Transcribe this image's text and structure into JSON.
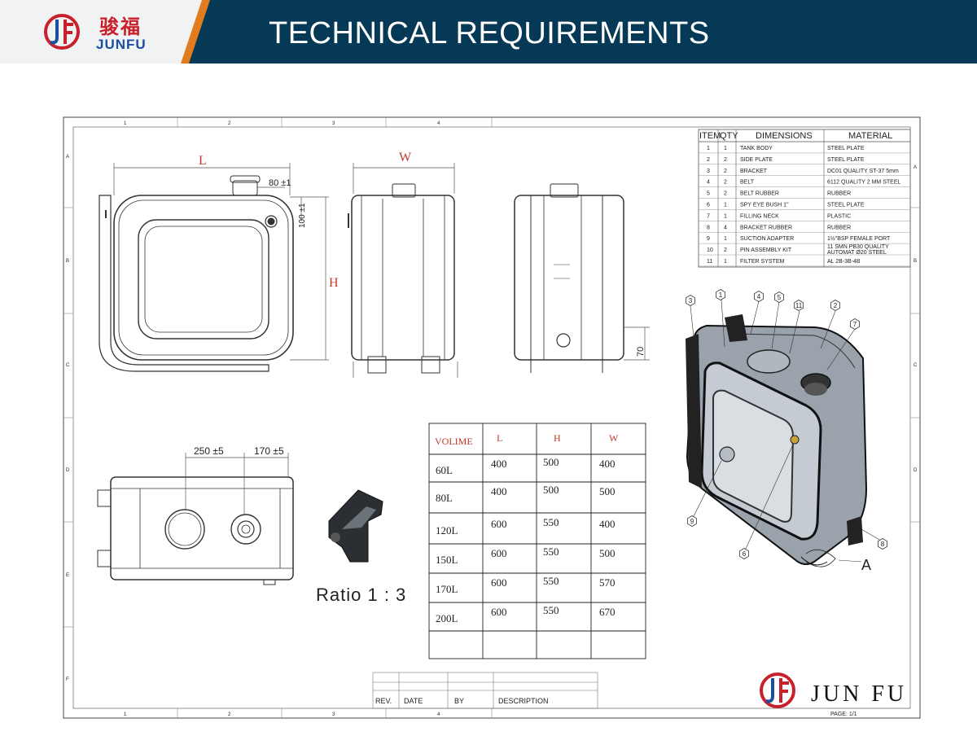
{
  "header": {
    "logo_cn": "骏福",
    "logo_en": "JUNFU",
    "title": "TECHNICAL REQUIREMENTS"
  },
  "colors": {
    "header_bg": "#063955",
    "accent": "#e07b1e",
    "logo_red": "#c8212b",
    "logo_blue": "#1a4fa0"
  },
  "frame": {
    "col_labels": [
      "1",
      "2",
      "3",
      "4"
    ],
    "row_labels": [
      "A",
      "B",
      "C",
      "D",
      "E",
      "F"
    ]
  },
  "bom": {
    "headers": [
      "ITEM",
      "QTY",
      "DIMENSIONS",
      "MATERIAL"
    ],
    "rows": [
      {
        "item": "1",
        "qty": "1",
        "dim": "TANK BODY",
        "mat": "STEEL PLATE"
      },
      {
        "item": "2",
        "qty": "2",
        "dim": "SIDE PLATE",
        "mat": "STEEL PLATE"
      },
      {
        "item": "3",
        "qty": "2",
        "dim": "BRACKET",
        "mat": "DC01 QUALITY ST-37 5mm"
      },
      {
        "item": "4",
        "qty": "2",
        "dim": "BELT",
        "mat": "6112 QUALITY 2 MM STEEL"
      },
      {
        "item": "5",
        "qty": "2",
        "dim": "BELT RUBBER",
        "mat": "RUBBER"
      },
      {
        "item": "6",
        "qty": "1",
        "dim": "SPY EYE BUSH 1\"",
        "mat": "STEEL PLATE"
      },
      {
        "item": "7",
        "qty": "1",
        "dim": "FILLING NECK",
        "mat": "PLASTIC"
      },
      {
        "item": "8",
        "qty": "4",
        "dim": "BRACKET RUBBER",
        "mat": "RUBBER"
      },
      {
        "item": "9",
        "qty": "1",
        "dim": "SUCTION ADAPTER",
        "mat": "1½\"BSP FEMALE PORT"
      },
      {
        "item": "10",
        "qty": "2",
        "dim": "PIN ASSEMBLY KIT",
        "mat": "11 SMN PB30 QUALITY AUTOMAT Ø20 STEEL"
      },
      {
        "item": "11",
        "qty": "1",
        "dim": "FILTER SYSTEM",
        "mat": "AL 2B-3B-4B"
      }
    ]
  },
  "dims": {
    "L": "L",
    "W": "W",
    "H": "H",
    "d80": "80 ±1",
    "d100": "100 ±1",
    "d70": "70",
    "d250": "250 ±5",
    "d170": "170 ±5",
    "detail_a": "A"
  },
  "balloons": [
    "3",
    "1",
    "4",
    "5",
    "11",
    "2",
    "7",
    "9",
    "6",
    "8"
  ],
  "ratio": "Ratio 1 : 3",
  "volume_table": {
    "headers": [
      "VOLIME",
      "L",
      "H",
      "W"
    ],
    "rows": [
      [
        "60L",
        "400",
        "500",
        "400"
      ],
      [
        "80L",
        "400",
        "500",
        "500"
      ],
      [
        "120L",
        "600",
        "550",
        "400"
      ],
      [
        "150L",
        "600",
        "550",
        "500"
      ],
      [
        "170L",
        "600",
        "550",
        "570"
      ],
      [
        "200L",
        "600",
        "550",
        "670"
      ],
      [
        "",
        "",
        "",
        ""
      ]
    ]
  },
  "revision": {
    "rev": "REV.",
    "date": "DATE",
    "by": "BY",
    "description": "DESCRIPTION"
  },
  "brand_footer": "JUN FU",
  "page": "PAGE: 1/1"
}
